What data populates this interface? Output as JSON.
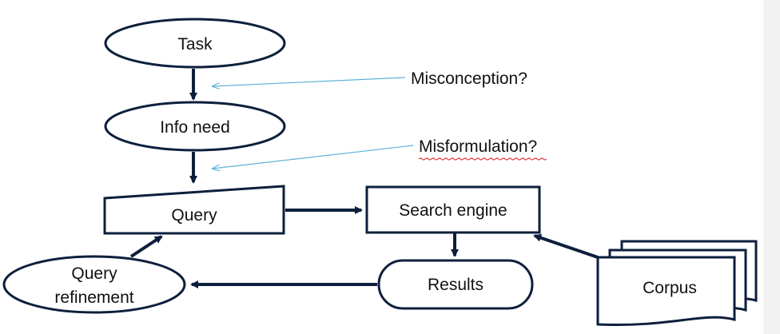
{
  "diagram": {
    "nodes": {
      "task": "Task",
      "info_need": "Info need",
      "query": "Query",
      "search_engine": "Search engine",
      "results": "Results",
      "query_refinement_line1": "Query",
      "query_refinement_line2": "refinement",
      "corpus": "Corpus"
    },
    "annotations": {
      "misconception": "Misconception?",
      "misformulation": "Misformulation?"
    },
    "colors": {
      "stroke": "#0d1f3c",
      "annotation_line": "#5fb3d9",
      "spellcheck_underline": "#e03030"
    }
  }
}
